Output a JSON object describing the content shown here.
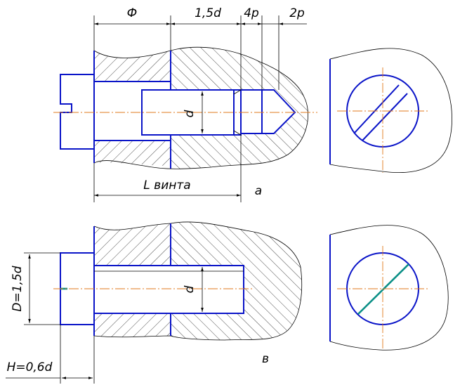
{
  "view_a": {
    "dims": {
      "phi": "Ф",
      "one_five_d": "1,5d",
      "four_p": "4p",
      "two_p": "2p",
      "d": "d",
      "l_vinta": "L винта"
    },
    "caption": "а"
  },
  "view_b": {
    "dims": {
      "d": "d",
      "D": "D=1,5d",
      "H": "H=0,6d"
    },
    "caption": "в"
  },
  "colors": {
    "contour": "#0a14c8",
    "axis": "#e07a1c",
    "slot": "#0a8f86",
    "dimension": "#000000"
  }
}
